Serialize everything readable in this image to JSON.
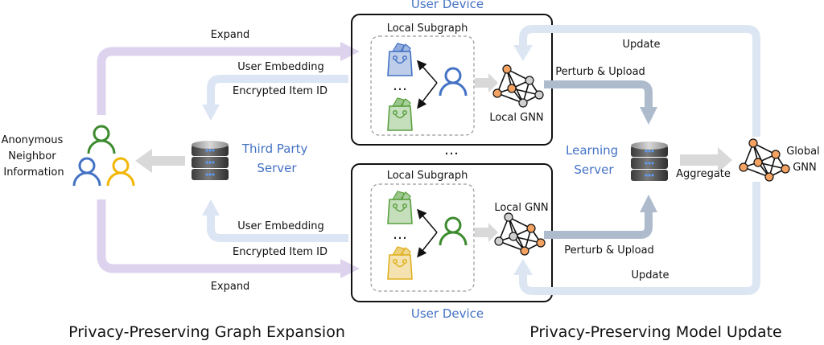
{
  "colors": {
    "expand_arrow": "#ddd3ee",
    "embed_arrow": "#dbe5f3",
    "update_arrow": "#dce6f2",
    "upload_arrow": "#aebbcd",
    "gray_arrow": "#d9d9d9",
    "accent_blue": "#4472c4",
    "node_orange": "#f4a261",
    "node_gray": "#d0d0d0",
    "user_green": "#3d8b2f",
    "user_blue": "#4472c4",
    "user_yellow": "#f2b705"
  },
  "left_section": {
    "neighbor_label_lines": [
      "Anonymous",
      "Neighbor",
      "Information"
    ],
    "third_party_server_lines": [
      "Third Party",
      "Server"
    ],
    "expand_top": "Expand",
    "expand_bottom": "Expand",
    "user_embedding_top": "User Embedding",
    "encrypted_item_top": "Encrypted Item ID",
    "user_embedding_bottom": "User Embedding",
    "encrypted_item_bottom": "Encrypted Item ID",
    "section_title": "Privacy-Preserving Graph Expansion"
  },
  "devices": {
    "top": {
      "device_label": "User Device",
      "subgraph_label": "Local Subgraph",
      "gnn_label": "Local GNN",
      "ellipsis": "…"
    },
    "bottom": {
      "device_label": "User Device",
      "subgraph_label": "Local Subgraph",
      "gnn_label": "Local GNN",
      "ellipsis": "…"
    },
    "between_ellipsis": "…"
  },
  "right_section": {
    "update_top": "Update",
    "update_bottom": "Update",
    "perturb_top": "Perturb & Upload",
    "perturb_bottom": "Perturb & Upload",
    "learning_server_lines": [
      "Learning",
      "Server"
    ],
    "aggregate": "Aggregate",
    "global_gnn_lines": [
      "Global",
      "GNN"
    ],
    "section_title": "Privacy-Preserving Model Update"
  }
}
